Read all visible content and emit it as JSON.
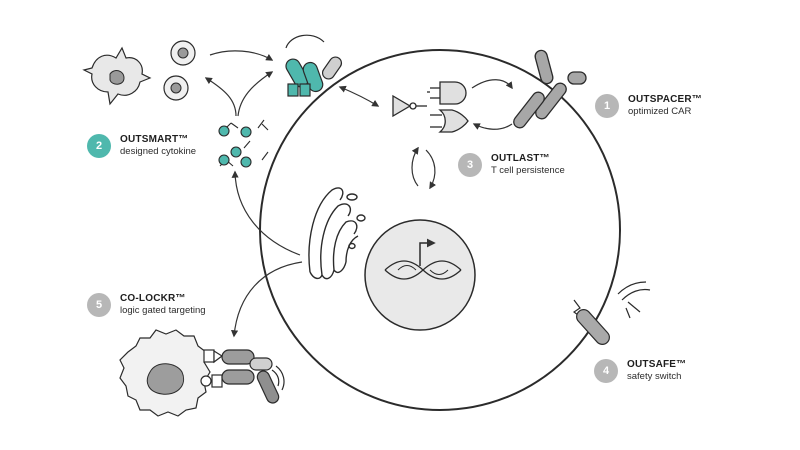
{
  "colors": {
    "accent": "#4fb8ad",
    "neutral": "#b7b7b7",
    "line": "#333333",
    "fill": "#e6e6e6"
  },
  "callouts": [
    {
      "id": "outspacer",
      "number": "1",
      "title": "OUTSPACER™",
      "subtitle": "optimized CAR",
      "badge_color": "grey"
    },
    {
      "id": "outsmart",
      "number": "2",
      "title": "OUTSMART™",
      "subtitle": "designed cytokine",
      "badge_color": "teal"
    },
    {
      "id": "outlast",
      "number": "3",
      "title": "OUTLAST™",
      "subtitle": "T cell persistence",
      "badge_color": "grey"
    },
    {
      "id": "outsafe",
      "number": "4",
      "title": "OUTSAFE™",
      "subtitle": "safety switch",
      "badge_color": "grey"
    },
    {
      "id": "co-lockr",
      "number": "5",
      "title": "CO-LOCKR™",
      "subtitle": "logic gated targeting",
      "badge_color": "grey"
    }
  ]
}
